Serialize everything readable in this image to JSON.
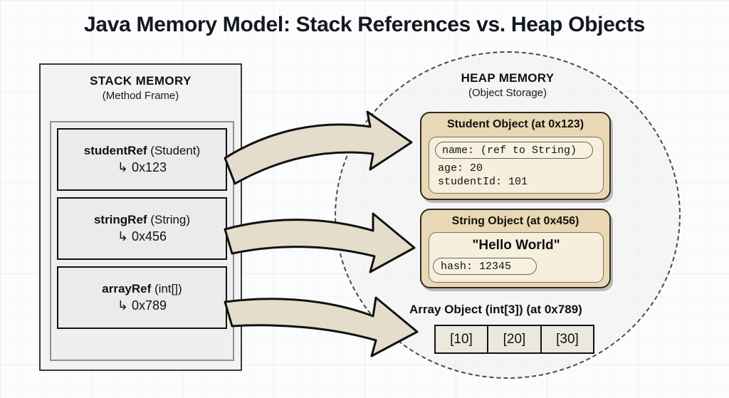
{
  "title": "Java Memory Model: Stack References vs. Heap Objects",
  "colors": {
    "heap_card_fill": "#e9d8b6",
    "heap_card_inner": "#f6efdd",
    "stack_slot_fill": "#ebebeb",
    "arrow_fill": "#e4ddcb",
    "outline": "#111111"
  },
  "stack": {
    "heading": "STACK MEMORY",
    "subheading": "(Method Frame)",
    "slots": [
      {
        "name": "studentRef",
        "type": "(Student)",
        "address": "↳ 0x123"
      },
      {
        "name": "stringRef",
        "type": "(String)",
        "address": "↳ 0x456"
      },
      {
        "name": "arrayRef",
        "type": "(int[])",
        "address": "↳ 0x789"
      }
    ]
  },
  "heap": {
    "heading": "HEAP MEMORY",
    "subheading": "(Object Storage)",
    "student_object": {
      "title": "Student Object (at 0x123)",
      "field_ref": "name: (ref to String)",
      "fields_plain": "age: 20\nstudentId: 101"
    },
    "string_object": {
      "title": "String Object (at 0x456)",
      "value": "\"Hello World\"",
      "field_hash": "hash: 12345"
    },
    "array_object": {
      "title": "Array Object (int[3]) (at 0x789)",
      "cells": [
        "[10]",
        "[20]",
        "[30]"
      ]
    }
  },
  "arrows": [
    {
      "name": "studentRef-to-student-object"
    },
    {
      "name": "stringRef-to-string-object"
    },
    {
      "name": "arrayRef-to-array-object"
    }
  ]
}
